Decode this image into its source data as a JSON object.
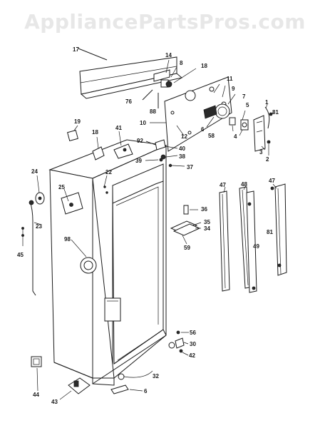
{
  "watermark": "AppliancePartsPros.com",
  "callouts": {
    "c17": "17",
    "c14": "14",
    "c8": "8",
    "c18a": "18",
    "c76": "76",
    "c88": "88",
    "c11": "11",
    "c9": "9",
    "c7": "7",
    "c1": "1",
    "c5": "5",
    "c81a": "81",
    "c6a": "6",
    "c58": "58",
    "c4": "4",
    "c3": "3",
    "c2": "2",
    "c10": "10",
    "c12": "12",
    "c19": "19",
    "c18b": "18",
    "c41": "41",
    "c92": "92",
    "c40": "40",
    "c38": "38",
    "c39": "39",
    "c37": "37",
    "c22": "22",
    "c24": "24",
    "c25": "25",
    "c23": "23",
    "c45": "45",
    "c98": "98",
    "c47a": "47",
    "c48": "48",
    "c47b": "47",
    "c36": "36",
    "c35": "35",
    "c34": "34",
    "c59": "59",
    "c81b": "81",
    "c49": "49",
    "c56": "56",
    "c30": "30",
    "c42": "42",
    "c32": "32",
    "c6b": "6",
    "c44": "44",
    "c43": "43"
  }
}
